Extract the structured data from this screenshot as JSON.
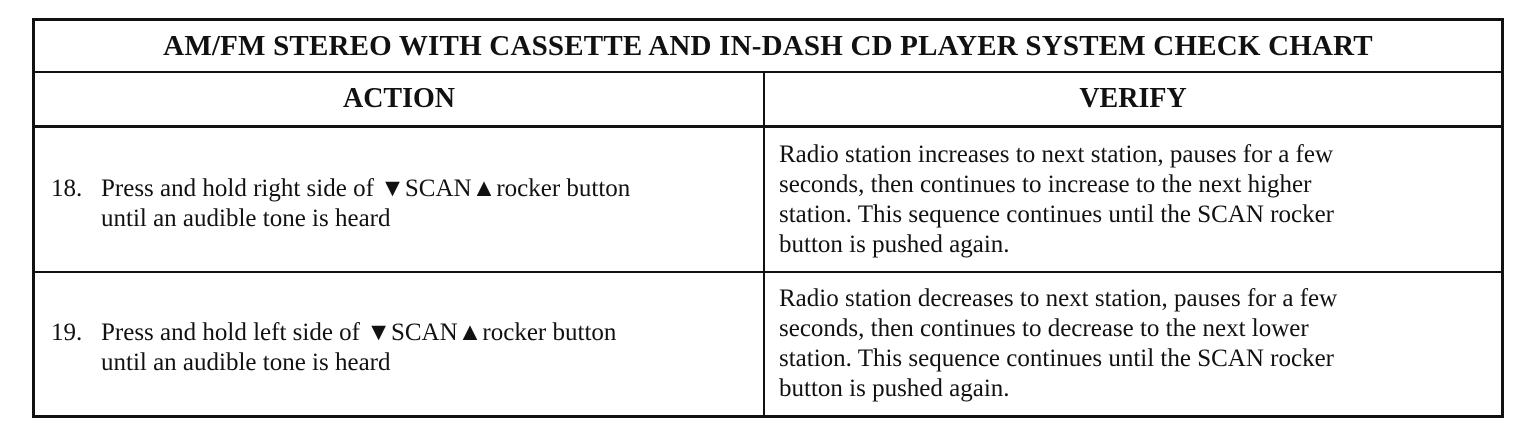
{
  "table": {
    "title": "AM/FM STEREO WITH CASSETTE AND IN-DASH CD PLAYER SYSTEM CHECK CHART",
    "headers": {
      "action": "ACTION",
      "verify": "VERIFY"
    },
    "rows": [
      {
        "number": "18.",
        "action_line1": "Press and hold right side of ▼SCAN▲rocker button",
        "action_line2": "until an audible tone is heard",
        "verify_line1": "Radio station increases to next station, pauses for a few",
        "verify_line2": "seconds, then continues to increase to the next higher",
        "verify_line3": "station. This sequence continues until the SCAN rocker",
        "verify_line4": "button is pushed again."
      },
      {
        "number": "19.",
        "action_line1": "Press and hold left side of ▼SCAN▲rocker button",
        "action_line2": "until an audible tone is heard",
        "verify_line1": "Radio station decreases to next station, pauses for a few",
        "verify_line2": "seconds, then continues to decrease to the next lower",
        "verify_line3": "station. This sequence continues until the SCAN rocker",
        "verify_line4": "button is pushed again."
      }
    ]
  }
}
